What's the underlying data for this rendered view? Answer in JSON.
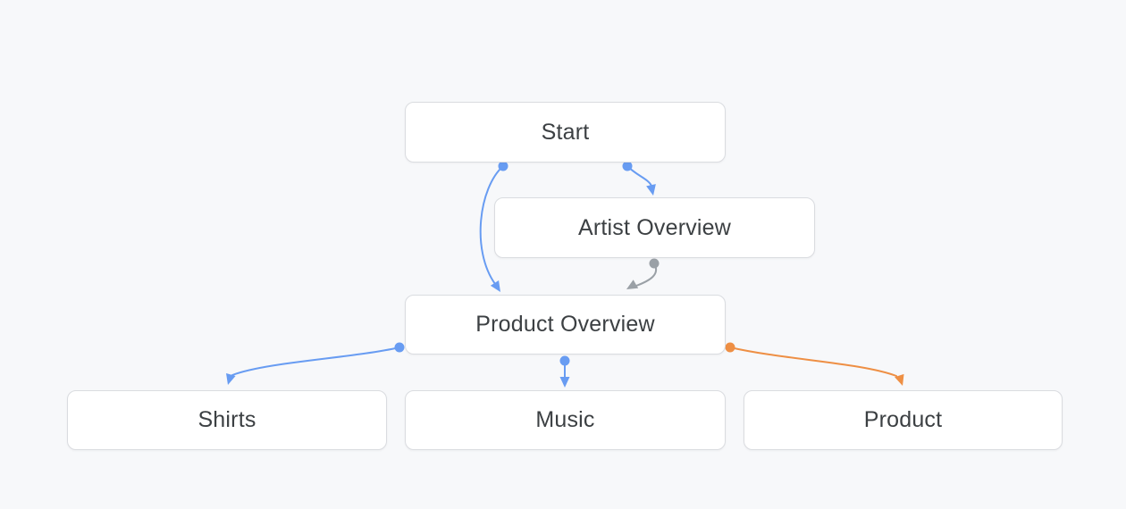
{
  "diagram": {
    "title": "conversation-flow-graph",
    "nodes": [
      {
        "id": "start",
        "label": "Start"
      },
      {
        "id": "artist-overview",
        "label": "Artist Overview"
      },
      {
        "id": "product-overview",
        "label": "Product Overview"
      },
      {
        "id": "shirts",
        "label": "Shirts"
      },
      {
        "id": "music",
        "label": "Music"
      },
      {
        "id": "product",
        "label": "Product"
      }
    ],
    "edges": [
      {
        "from": "start",
        "to": "artist-overview",
        "color": "blue"
      },
      {
        "from": "start",
        "to": "product-overview",
        "color": "blue"
      },
      {
        "from": "artist-overview",
        "to": "product-overview",
        "color": "gray"
      },
      {
        "from": "product-overview",
        "to": "shirts",
        "color": "blue"
      },
      {
        "from": "product-overview",
        "to": "music",
        "color": "blue"
      },
      {
        "from": "product-overview",
        "to": "product",
        "color": "orange"
      }
    ]
  },
  "colors": {
    "blue": "#689cf2",
    "gray": "#9aa0a6",
    "orange": "#ee8f44",
    "node_border": "#dadce0",
    "node_fill": "#ffffff",
    "text": "#3c4043",
    "background": "#f7f8fa"
  }
}
